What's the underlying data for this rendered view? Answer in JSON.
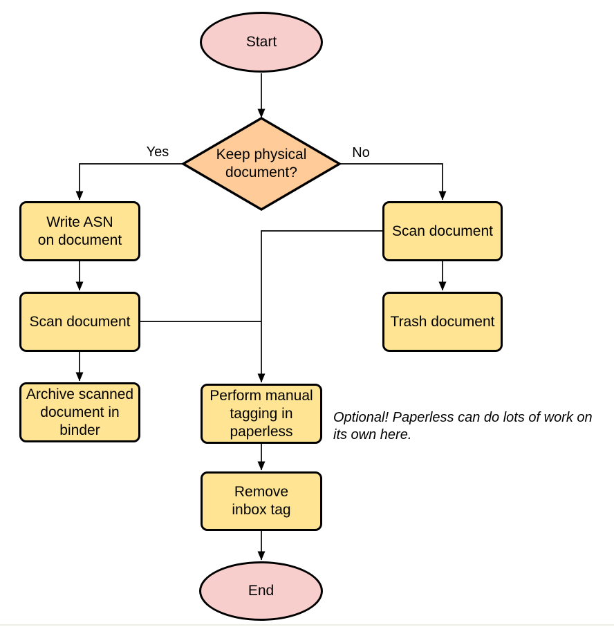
{
  "diagram": {
    "nodes": {
      "start": {
        "label": "Start"
      },
      "decision": {
        "label": "Keep physical\ndocument?"
      },
      "write_asn": {
        "label": "Write ASN\non document"
      },
      "scan_left": {
        "label": "Scan document"
      },
      "archive": {
        "label": "Archive scanned\ndocument in\nbinder"
      },
      "scan_right": {
        "label": "Scan document"
      },
      "trash": {
        "label": "Trash document"
      },
      "perform": {
        "label": "Perform manual\ntagging in\npaperless"
      },
      "remove": {
        "label": "Remove\ninbox tag"
      },
      "end": {
        "label": "End"
      }
    },
    "edge_labels": {
      "yes": "Yes",
      "no": "No"
    },
    "note": "Optional! Paperless can do lots of work on\nits own here.",
    "colors": {
      "terminal_fill": "#F8CECC",
      "process_fill": "#FFE593",
      "decision_fill": "#FFCC99",
      "stroke": "#000000",
      "page_edge": "#F0EDE2"
    }
  }
}
